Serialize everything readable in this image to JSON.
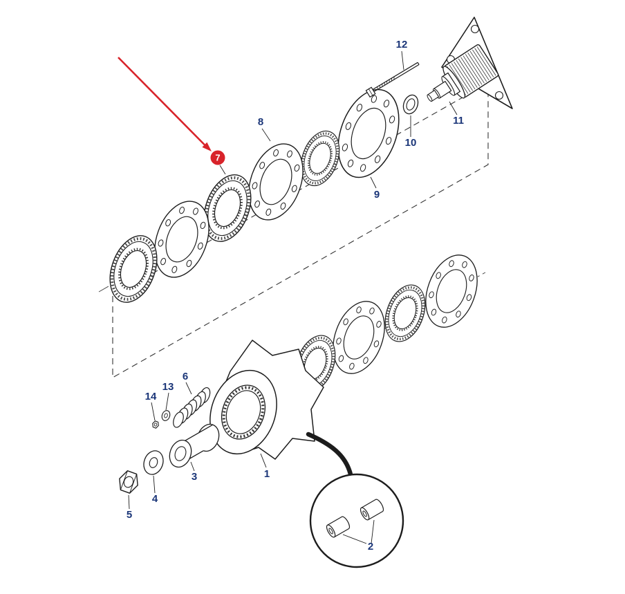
{
  "diagram": {
    "kind": "exploded-parts-diagram",
    "background": "#ffffff",
    "colors": {
      "line": "#1c1c1c",
      "callout_label": "#1a3578",
      "accent_red": "#d8232a",
      "badge_text": "#ffffff"
    },
    "callouts": [
      {
        "label": "1"
      },
      {
        "label": "2"
      },
      {
        "label": "3"
      },
      {
        "label": "4"
      },
      {
        "label": "5"
      },
      {
        "label": "6"
      },
      {
        "label": "7"
      },
      {
        "label": "8"
      },
      {
        "label": "9"
      },
      {
        "label": "10"
      },
      {
        "label": "11"
      },
      {
        "label": "12"
      },
      {
        "label": "13"
      },
      {
        "label": "14"
      }
    ],
    "highlight": {
      "part": "7",
      "marker": "red-filled-circle",
      "pointer": "red-arrow"
    }
  }
}
